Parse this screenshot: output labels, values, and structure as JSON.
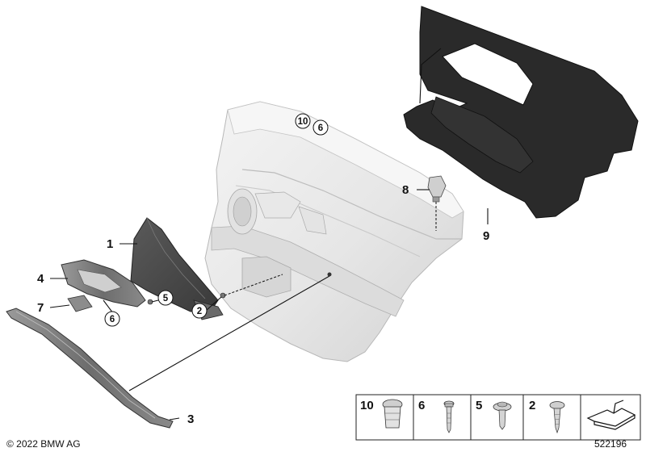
{
  "callouts": {
    "c1": "1",
    "c2": "2",
    "c3": "3",
    "c4": "4",
    "c5": "5",
    "c6": "6",
    "c7": "7",
    "c8": "8",
    "c9": "9",
    "c10": "10",
    "c6b": "6"
  },
  "legend": {
    "items": [
      {
        "label": "10"
      },
      {
        "label": "6"
      },
      {
        "label": "5"
      },
      {
        "label": "2"
      }
    ]
  },
  "footer": {
    "copyright": "© 2022 BMW AG",
    "diagram_number": "522196"
  }
}
